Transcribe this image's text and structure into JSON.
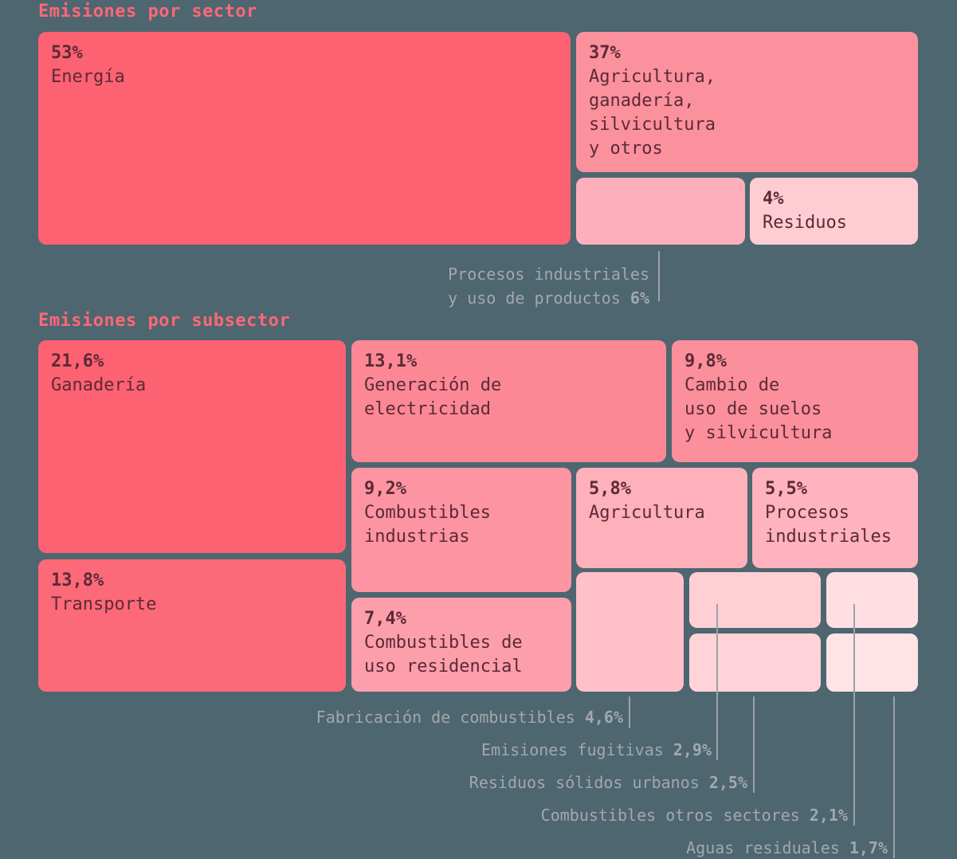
{
  "page": {
    "background": "#4e666f",
    "colors": {
      "title_accent": "#fc6878",
      "block_text": "#5c2a36",
      "callout_text": "#a2a8ad",
      "callout_line": "#9ba2a8"
    }
  },
  "chart_data": [
    {
      "type": "treemap",
      "title": "Emisiones por sector",
      "legend_position": "none",
      "items": [
        {
          "name": "Energía",
          "value": 53,
          "pct_label": "53%",
          "label_lines": "Energía",
          "color": "#fc6272"
        },
        {
          "name": "Agricultura, ganadería, silvicultura y otros",
          "value": 37,
          "pct_label": "37%",
          "label_lines": "Agricultura,\nganadería,\nsilvicultura\ny otros",
          "color": "#fc919e"
        },
        {
          "name": "Procesos industriales y uso de productos",
          "value": 6,
          "pct_label": "6%",
          "color": "#fdb0bb",
          "callout": {
            "line1": "Procesos industriales",
            "line2": "y uso de productos",
            "pct": "6%"
          }
        },
        {
          "name": "Residuos",
          "value": 4,
          "pct_label": "4%",
          "label_lines": "Residuos",
          "color": "#fecdd3"
        }
      ]
    },
    {
      "type": "treemap",
      "title": "Emisiones por subsector",
      "legend_position": "none",
      "items": [
        {
          "name": "Ganadería",
          "value": 21.6,
          "pct_label": "21,6%",
          "label_lines": "Ganadería",
          "color": "#fc6272"
        },
        {
          "name": "Generación de electricidad",
          "value": 13.1,
          "pct_label": "13,1%",
          "label_lines": "Generación de\nelectricidad",
          "color": "#fc8896"
        },
        {
          "name": "Cambio de uso de suelos y silvicultura",
          "value": 9.8,
          "pct_label": "9,8%",
          "label_lines": "Cambio de\nuso de suelos\ny silvicultura",
          "color": "#fc8f9c"
        },
        {
          "name": "Transporte",
          "value": 13.8,
          "pct_label": "13,8%",
          "label_lines": "Transporte",
          "color": "#fc6978"
        },
        {
          "name": "Combustibles industrias",
          "value": 9.2,
          "pct_label": "9,2%",
          "label_lines": "Combustibles\nindustrias",
          "color": "#fc94a1"
        },
        {
          "name": "Agricultura",
          "value": 5.8,
          "pct_label": "5,8%",
          "label_lines": "Agricultura",
          "color": "#feb0bb"
        },
        {
          "name": "Procesos industriales",
          "value": 5.5,
          "pct_label": "5,5%",
          "label_lines": "Procesos\nindustriales",
          "color": "#feb3be"
        },
        {
          "name": "Combustibles de uso residencial",
          "value": 7.4,
          "pct_label": "7,4%",
          "label_lines": "Combustibles de\nuso residencial",
          "color": "#fc9fab"
        },
        {
          "name": "Fabricación de combustibles",
          "value": 4.6,
          "color": "#ffc0c9",
          "callout_label": "Fabricación de combustibles",
          "callout_pct": "4,6%"
        },
        {
          "name": "Emisiones fugitivas",
          "value": 2.9,
          "color": "#ffcfd6",
          "callout_label": "Emisiones fugitivas",
          "callout_pct": "2,9%"
        },
        {
          "name": "Residuos sólidos urbanos",
          "value": 2.5,
          "color": "#ffd3d9",
          "callout_label": "Residuos sólidos urbanos",
          "callout_pct": "2,5%"
        },
        {
          "name": "Combustibles otros sectores",
          "value": 2.1,
          "color": "#ffdfe3",
          "callout_label": "Combustibles otros sectores",
          "callout_pct": "2,1%"
        },
        {
          "name": "Aguas residuales",
          "value": 1.7,
          "color": "#ffe3e7",
          "callout_label": "Aguas residuales",
          "callout_pct": "1,7%"
        }
      ]
    }
  ]
}
